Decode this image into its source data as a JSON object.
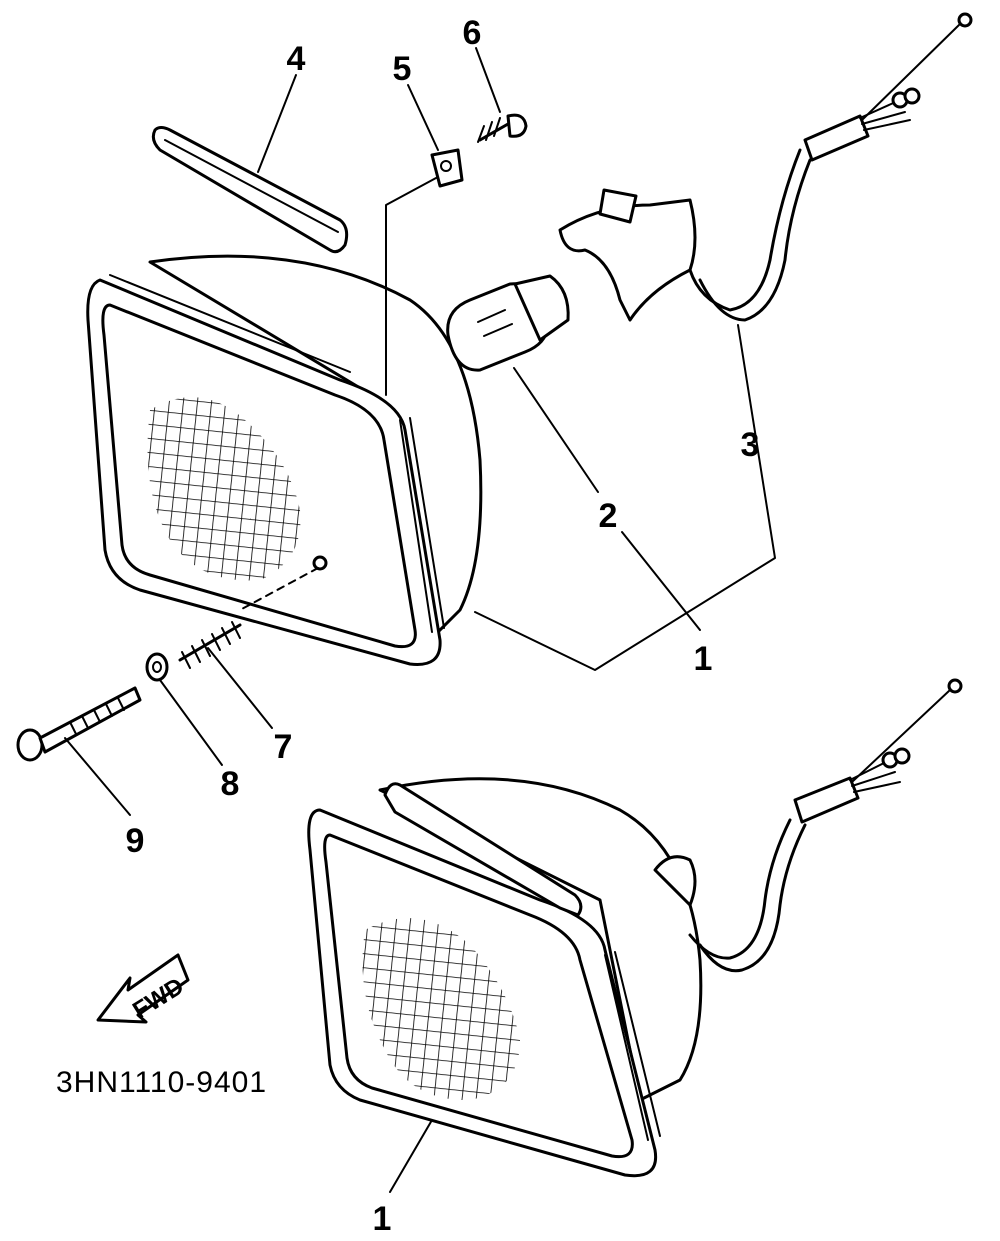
{
  "diagram": {
    "part_labels": [
      {
        "number": "1",
        "part": "headlight-unit"
      },
      {
        "number": "2",
        "part": "bulb"
      },
      {
        "number": "3",
        "part": "socket-cord"
      },
      {
        "number": "4",
        "part": "rim-strip"
      },
      {
        "number": "5",
        "part": "nut"
      },
      {
        "number": "6",
        "part": "screw"
      },
      {
        "number": "7",
        "part": "spring"
      },
      {
        "number": "8",
        "part": "washer"
      },
      {
        "number": "9",
        "part": "adjusting-screw"
      },
      {
        "number": "1",
        "part": "headlight-unit"
      }
    ],
    "direction_arrow": "FWD",
    "drawing_code": "3HN1110-9401"
  }
}
